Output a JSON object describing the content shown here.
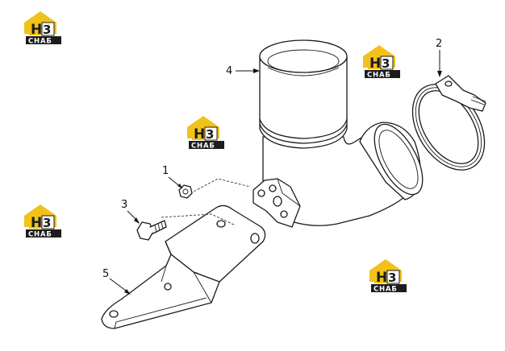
{
  "callouts": [
    {
      "id": "1",
      "label": "1"
    },
    {
      "id": "2",
      "label": "2"
    },
    {
      "id": "3",
      "label": "3"
    },
    {
      "id": "4",
      "label": "4"
    },
    {
      "id": "5",
      "label": "5"
    }
  ],
  "watermark": {
    "main": "H3",
    "sub": "CHAБ",
    "color_gold": "#f2c21a",
    "color_dark": "#1c1c1c"
  }
}
